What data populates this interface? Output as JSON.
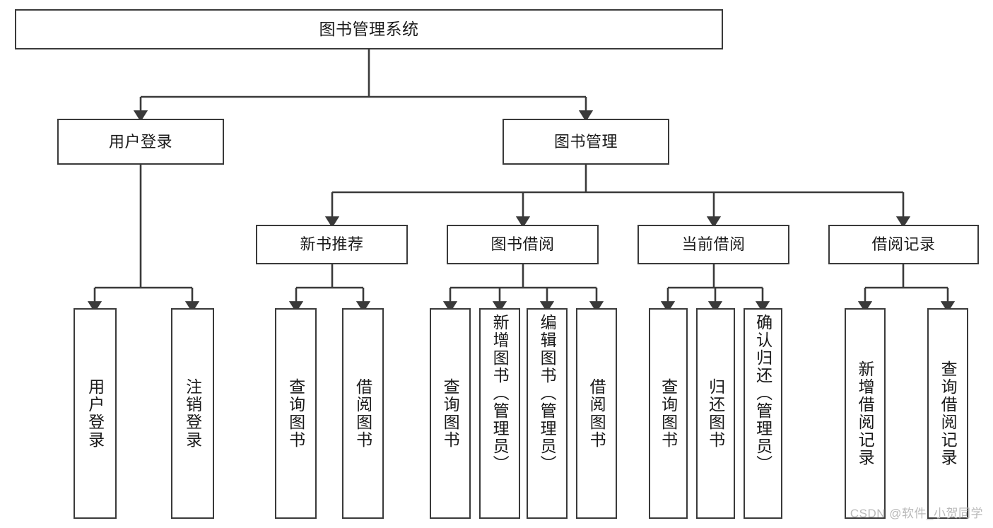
{
  "diagram": {
    "title": "图书管理系统",
    "style": {
      "box_border_color": "#3a3a3a",
      "box_fill_color": "#ffffff",
      "line_color": "#3a3a3a",
      "text_color": "#1a1a1a",
      "background": "#ffffff",
      "watermark_color": "#b9b9b9"
    },
    "root": {
      "id": "root",
      "label": "图书管理系统"
    },
    "level1": [
      {
        "id": "n-user-login",
        "label": "用户登录"
      },
      {
        "id": "n-book-manage",
        "label": "图书管理"
      }
    ],
    "level2": [
      {
        "id": "n-new-book-rec",
        "label": "新书推荐"
      },
      {
        "id": "n-book-borrow",
        "label": "图书借阅"
      },
      {
        "id": "n-current-borrow",
        "label": "当前借阅"
      },
      {
        "id": "n-borrow-record",
        "label": "借阅记录"
      }
    ],
    "leaves": {
      "user_login": [
        {
          "id": "leaf-user-login",
          "label": "用户登录"
        },
        {
          "id": "leaf-logout-login",
          "label": "注销登录"
        }
      ],
      "new_book_rec": [
        {
          "id": "leaf-query-book-1",
          "label": "查询图书"
        },
        {
          "id": "leaf-borrow-book-1",
          "label": "借阅图书"
        }
      ],
      "book_borrow": [
        {
          "id": "leaf-query-book-2",
          "label": "查询图书"
        },
        {
          "id": "leaf-add-book",
          "label": "新增图书（管理员）"
        },
        {
          "id": "leaf-edit-book",
          "label": "编辑图书（管理员）"
        },
        {
          "id": "leaf-borrow-book-2",
          "label": "借阅图书"
        }
      ],
      "current_borrow": [
        {
          "id": "leaf-query-book-3",
          "label": "查询图书"
        },
        {
          "id": "leaf-return-book",
          "label": "归还图书"
        },
        {
          "id": "leaf-confirm-return",
          "label": "确认归还（管理员）"
        }
      ],
      "borrow_record": [
        {
          "id": "leaf-add-record",
          "label": "新增借阅记录"
        },
        {
          "id": "leaf-query-record",
          "label": "查询借阅记录"
        }
      ]
    },
    "watermark": "CSDN @软件_小贺同学"
  }
}
